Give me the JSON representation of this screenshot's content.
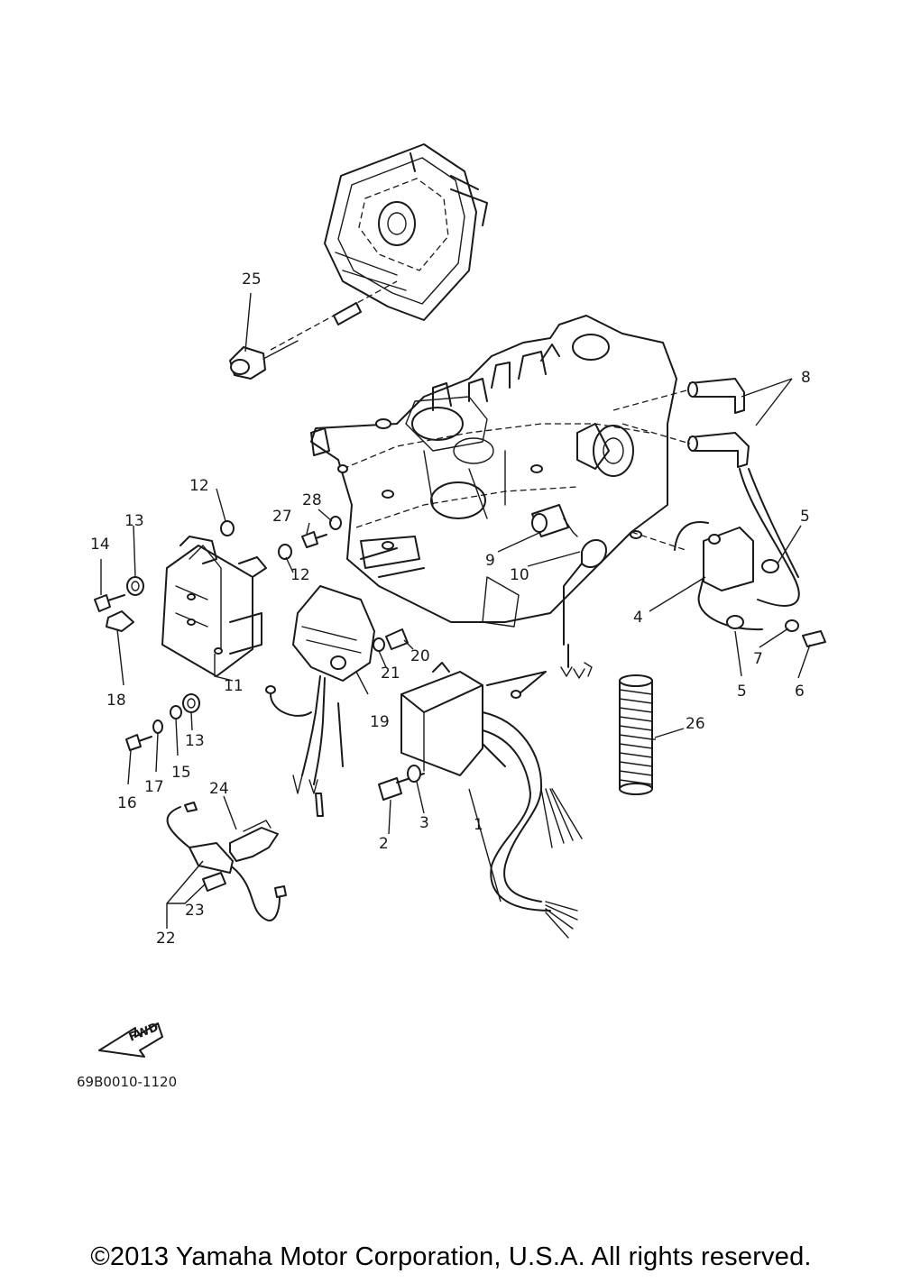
{
  "diagram_code": "69B0010-1120",
  "fwd_label": "FWD",
  "copyright": "©2013 Yamaha Motor Corporation, U.S.A. All rights reserved.",
  "callouts": [
    "1",
    "2",
    "3",
    "4",
    "5",
    "5",
    "6",
    "7",
    "8",
    "9",
    "10",
    "11",
    "12",
    "12",
    "13",
    "13",
    "14",
    "15",
    "16",
    "17",
    "18",
    "19",
    "20",
    "21",
    "22",
    "23",
    "24",
    "25",
    "26",
    "27",
    "28"
  ],
  "colors": {
    "line": "#1a1a1a",
    "background": "#ffffff"
  }
}
